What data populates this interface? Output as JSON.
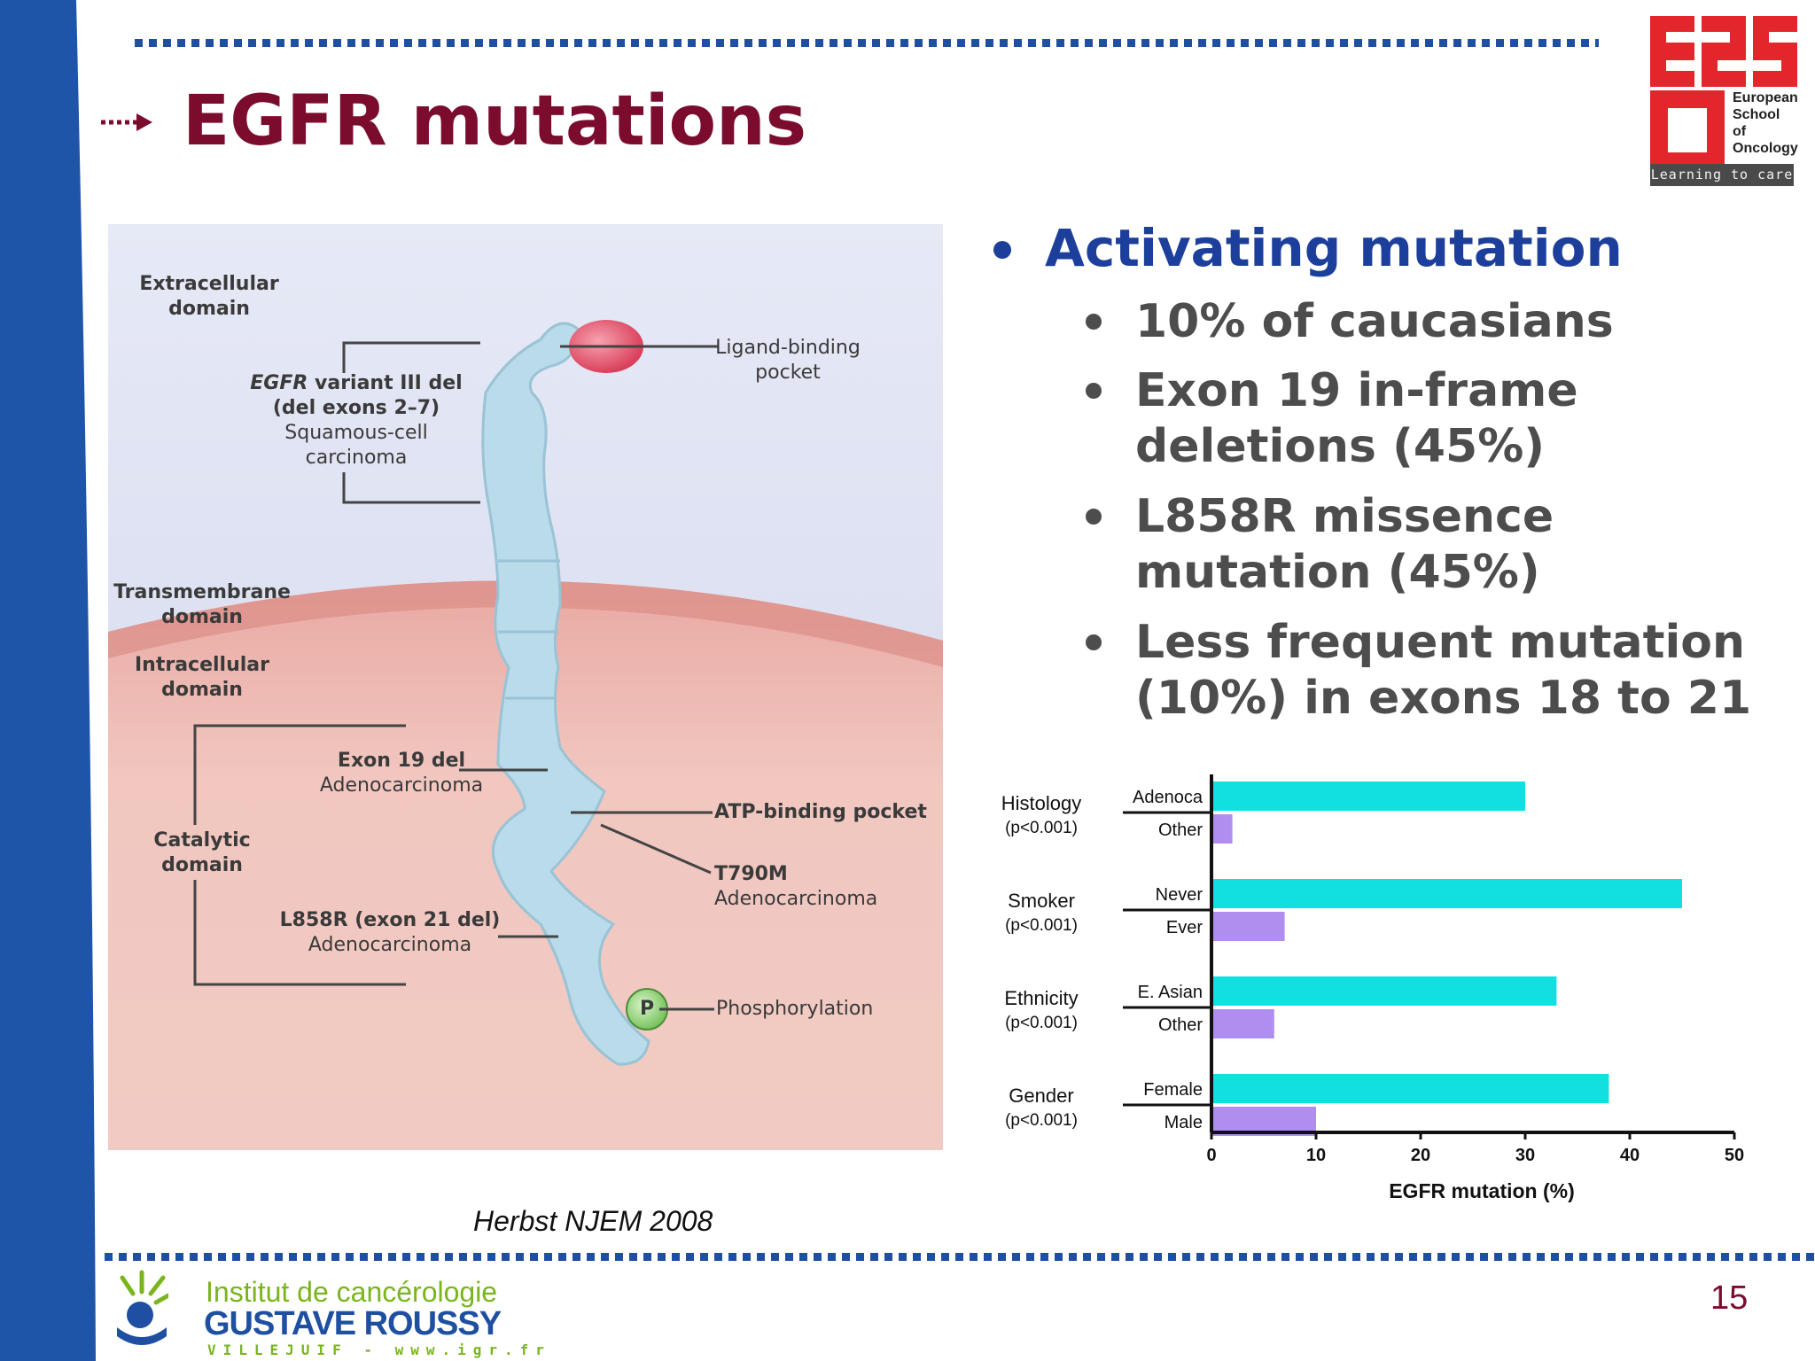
{
  "slide": {
    "title": "EGFR mutations",
    "page_number": "15",
    "citation": "Herbst NJEM 2008"
  },
  "logo": {
    "lines": [
      "European",
      "School",
      "of",
      "Oncology"
    ],
    "tagline": "Learning to care"
  },
  "footer_logo": {
    "line1": "Institut de cancérologie",
    "line2": "GUSTAVE ROUSSY",
    "line3": "VILLEJUIF - www.igr.fr"
  },
  "bullets": {
    "main": "Activating mutation",
    "items": [
      [
        "10% of caucasians"
      ],
      [
        "Exon 19 in-frame",
        "deletions (45%)"
      ],
      [
        "L858R missence",
        "mutation (45%)"
      ],
      [
        "Less frequent mutation",
        "(10%) in exons 18 to 21"
      ]
    ]
  },
  "diagram": {
    "extracellular": [
      "Extracellular",
      "domain"
    ],
    "variant_bold_italic": "EGFR",
    "variant_bold_rest": " variant III del",
    "variant_bold2": "(del exons 2–7)",
    "variant_sub": [
      "Squamous-cell",
      "carcinoma"
    ],
    "transmembrane": [
      "Transmembrane",
      "domain"
    ],
    "intracellular": [
      "Intracellular",
      "domain"
    ],
    "catalytic": [
      "Catalytic",
      "domain"
    ],
    "exon19": "Exon 19 del",
    "exon19_sub": "Adenocarcinoma",
    "l858r": "L858R (exon 21 del)",
    "l858r_sub": "Adenocarcinoma",
    "ligand": [
      "Ligand-binding",
      "pocket"
    ],
    "atp": "ATP-binding pocket",
    "t790m": "T790M",
    "t790m_sub": "Adenocarcinoma",
    "phospho": "Phosphorylation",
    "p_symbol": "P"
  },
  "colors": {
    "title": "#7b0c2e",
    "bullet_main": "#1d3f9c",
    "bullet_text": "#4d4d4d",
    "bar_primary": "#10e0e0",
    "bar_secondary": "#b08ef0",
    "dotline": "#1f4fa0",
    "left_bar": "#1f55a8"
  },
  "chart_data": {
    "type": "bar",
    "orientation": "horizontal",
    "xlabel": "EGFR mutation (%)",
    "xlim": [
      0,
      50
    ],
    "xticks": [
      0,
      10,
      20,
      30,
      40,
      50
    ],
    "groups": [
      {
        "name": "Histology",
        "p": "(p<0.001)",
        "bars": [
          {
            "label": "Adenoca",
            "value": 30,
            "kind": "primary"
          },
          {
            "label": "Other",
            "value": 2,
            "kind": "secondary"
          }
        ]
      },
      {
        "name": "Smoker",
        "p": "(p<0.001)",
        "bars": [
          {
            "label": "Never",
            "value": 45,
            "kind": "primary"
          },
          {
            "label": "Ever",
            "value": 7,
            "kind": "secondary"
          }
        ]
      },
      {
        "name": "Ethnicity",
        "p": "(p<0.001)",
        "bars": [
          {
            "label": "E. Asian",
            "value": 33,
            "kind": "primary"
          },
          {
            "label": "Other",
            "value": 6,
            "kind": "secondary"
          }
        ]
      },
      {
        "name": "Gender",
        "p": "(p<0.001)",
        "bars": [
          {
            "label": "Female",
            "value": 38,
            "kind": "primary"
          },
          {
            "label": "Male",
            "value": 10,
            "kind": "secondary"
          }
        ]
      }
    ]
  }
}
